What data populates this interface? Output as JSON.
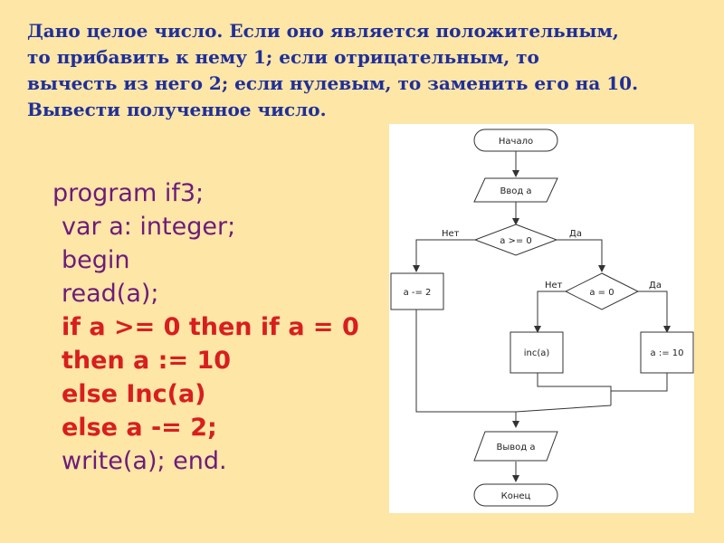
{
  "task": {
    "lines": [
      "Дано целое число. Если оно является положительным,",
      "то прибавить к нему 1; если отрицательным, то",
      "вычесть из него 2; если нулевым, то заменить его на 10.",
      "Вывести полученное число."
    ]
  },
  "code": {
    "lines": [
      "program if3;",
      "var a: integer;",
      "begin",
      "read(a);",
      "if a >= 0 then if a = 0",
      "then a := 10",
      "else Inc(a)",
      "else a -= 2;",
      "write(a); end."
    ]
  },
  "flowchart": {
    "start": "Начало",
    "input": "Ввод а",
    "cond1": "а >= 0",
    "cond1_no": "Нет",
    "cond1_yes": "Да",
    "minus2": "а -= 2",
    "cond2": "а = 0",
    "cond2_no": "Нет",
    "cond2_yes": "Да",
    "inc": "inc(a)",
    "assign10": "а := 10",
    "output": "Вывод а",
    "end": "Конец"
  },
  "colors": {
    "background": "#fde6a6",
    "task_text": "#1f2f9a",
    "code_purple": "#6d1b7b",
    "code_red": "#d81e1e"
  }
}
